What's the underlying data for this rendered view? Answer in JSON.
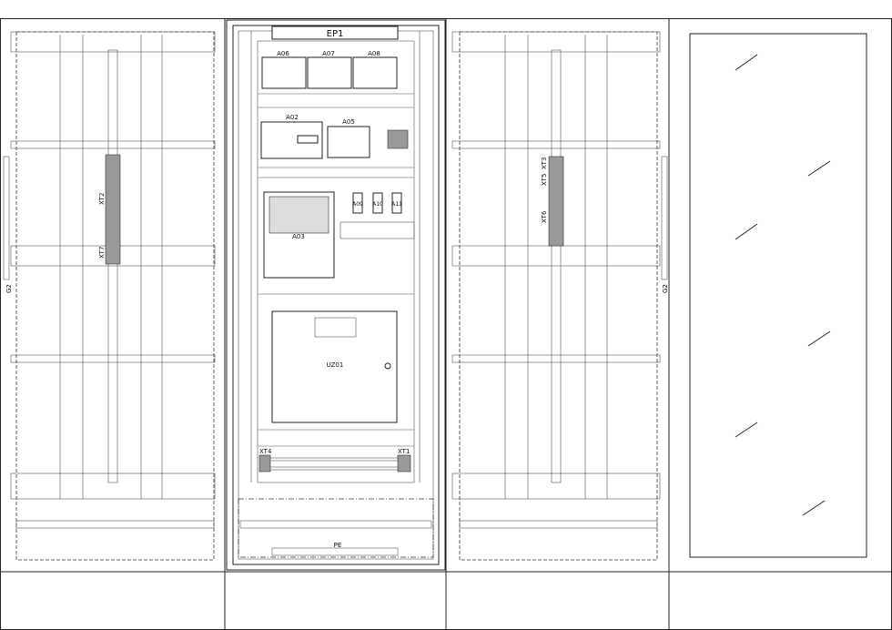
{
  "drawing": {
    "top_panel_label": "EP1",
    "bottom_panel_label": "PE",
    "devices_row1": [
      "A06",
      "A07",
      "A08"
    ],
    "devices_row2": [
      "A02",
      "A05"
    ],
    "controller_label": "A03",
    "small_devices": [
      "A09",
      "A10",
      "A11"
    ],
    "ups_label": "UZ01",
    "terminal_left": "XT4",
    "terminal_right": "XT1",
    "left_door": {
      "terminal_upper": "XT2",
      "terminal_lower": "XT7",
      "hinge_label": "G2"
    },
    "right_door": {
      "terminal_a": "XT3",
      "terminal_b": "XT5",
      "terminal_c": "XT6",
      "hinge_label": "G2"
    }
  }
}
